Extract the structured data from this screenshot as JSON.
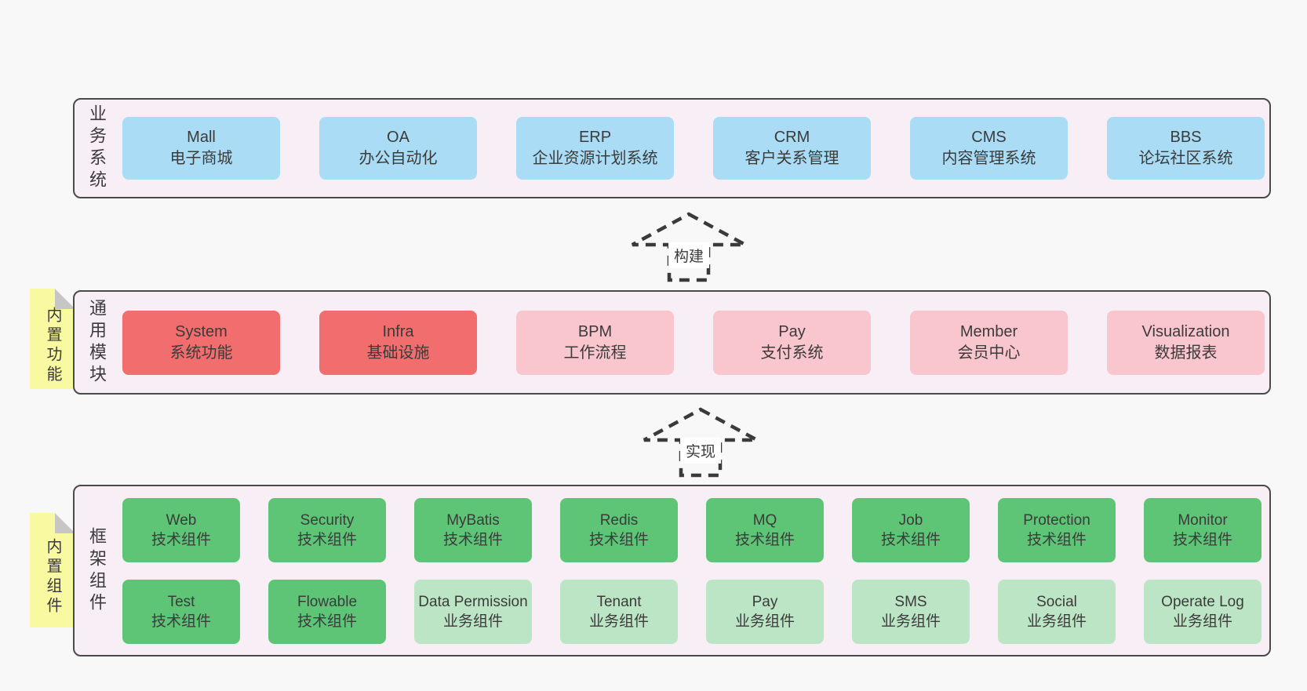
{
  "panels": {
    "business": {
      "label": "业务系统",
      "boxes": [
        {
          "name": "Mall",
          "desc": "电子商城"
        },
        {
          "name": "OA",
          "desc": "办公自动化"
        },
        {
          "name": "ERP",
          "desc": "企业资源计划系统"
        },
        {
          "name": "CRM",
          "desc": "客户关系管理"
        },
        {
          "name": "CMS",
          "desc": "内容管理系统"
        },
        {
          "name": "BBS",
          "desc": "论坛社区系统"
        }
      ]
    },
    "modules": {
      "label": "通用模块",
      "boxes": [
        {
          "name": "System",
          "desc": "系统功能"
        },
        {
          "name": "Infra",
          "desc": "基础设施"
        },
        {
          "name": "BPM",
          "desc": "工作流程"
        },
        {
          "name": "Pay",
          "desc": "支付系统"
        },
        {
          "name": "Member",
          "desc": "会员中心"
        },
        {
          "name": "Visualization",
          "desc": "数据报表"
        }
      ]
    },
    "framework": {
      "label": "框架组件",
      "row1": [
        {
          "name": "Web",
          "desc": "技术组件"
        },
        {
          "name": "Security",
          "desc": "技术组件"
        },
        {
          "name": "MyBatis",
          "desc": "技术组件"
        },
        {
          "name": "Redis",
          "desc": "技术组件"
        },
        {
          "name": "MQ",
          "desc": "技术组件"
        },
        {
          "name": "Job",
          "desc": "技术组件"
        },
        {
          "name": "Protection",
          "desc": "技术组件"
        },
        {
          "name": "Monitor",
          "desc": "技术组件"
        }
      ],
      "row2": [
        {
          "name": "Test",
          "desc": "技术组件"
        },
        {
          "name": "Flowable",
          "desc": "技术组件"
        },
        {
          "name": "Data Permission",
          "desc": "业务组件"
        },
        {
          "name": "Tenant",
          "desc": "业务组件"
        },
        {
          "name": "Pay",
          "desc": "业务组件"
        },
        {
          "name": "SMS",
          "desc": "业务组件"
        },
        {
          "name": "Social",
          "desc": "业务组件"
        },
        {
          "name": "Operate Log",
          "desc": "业务组件"
        }
      ]
    }
  },
  "notes": {
    "features": "内置功能",
    "components": "内置组件"
  },
  "arrows": {
    "build": "构建",
    "implement": "实现"
  },
  "colors": {
    "page_bg": "#f8f8f8",
    "panel_bg": "#f8eef6",
    "panel_border": "#4a4a4a",
    "blue_box": "#aadcf5",
    "red_box": "#f26d6d",
    "pink_box": "#f9c6ce",
    "green_box": "#5ec476",
    "light_green_box": "#bce5c6",
    "sticky_note": "#f9f9a1",
    "fold": "#c6c6c6",
    "text": "#3b3b3b"
  }
}
